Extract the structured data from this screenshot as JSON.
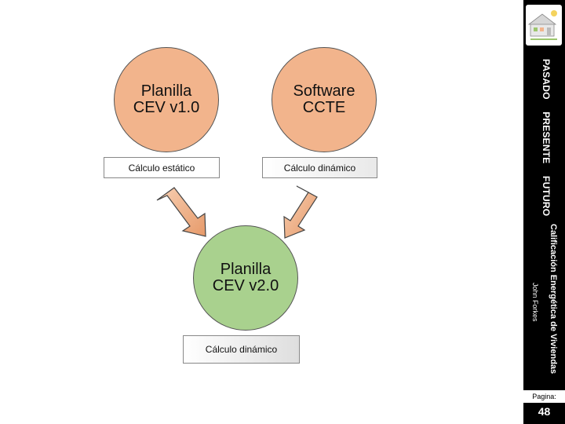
{
  "diagram": {
    "nodes": [
      {
        "id": "cev1",
        "label": "Planilla\nCEV v1.0",
        "color": "#f2b48c"
      },
      {
        "id": "ccte",
        "label": "Software\nCCTE",
        "color": "#f2b48c"
      },
      {
        "id": "cev2",
        "label": "Planilla\nCEV v2.0",
        "color": "#a9d18e"
      }
    ],
    "boxes": {
      "left": "Cálculo estático",
      "right": "Cálculo dinámico",
      "bottom": "Cálculo dinámico"
    },
    "edges": [
      {
        "from": "cev1",
        "to": "cev2"
      },
      {
        "from": "ccte",
        "to": "cev2"
      }
    ]
  },
  "sidebar": {
    "timeline": [
      "PASADO",
      "PRESENTE",
      "FUTURO"
    ],
    "course": "Calificación Energética de Viviendas",
    "author": "John Forkes",
    "page_label": "Pagina:",
    "page_number": "48",
    "logo_icon": "house-logo-icon"
  },
  "colors": {
    "orange_node": "#f2b48c",
    "green_node": "#a9d18e",
    "arrow": "#f2b48c",
    "sidebar": "#000000"
  }
}
